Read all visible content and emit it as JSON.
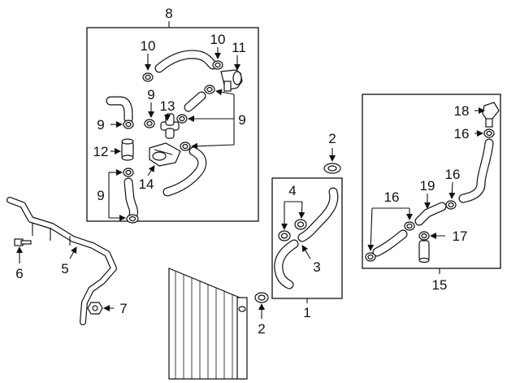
{
  "callouts": {
    "c1": "1",
    "c2a": "2",
    "c2b": "2",
    "c3": "3",
    "c4": "4",
    "c5": "5",
    "c6": "6",
    "c7": "7",
    "c8": "8",
    "c9a": "9",
    "c9b": "9",
    "c9c": "9",
    "c9d": "9",
    "c10a": "10",
    "c10b": "10",
    "c11": "11",
    "c12": "12",
    "c13": "13",
    "c14": "14",
    "c15": "15",
    "c16a": "16",
    "c16b": "16",
    "c16c": "16",
    "c17": "17",
    "c18": "18",
    "c19": "19"
  }
}
